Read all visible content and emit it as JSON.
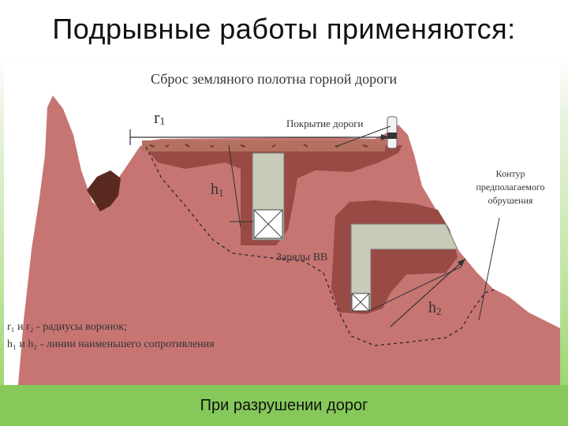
{
  "slide": {
    "title": "Подрывные работы применяются:",
    "caption": "При разрушении дорог"
  },
  "diagram": {
    "title": "Сброс земляного полотна горной дороги",
    "labels": {
      "r1": "r",
      "r1_sub": "1",
      "road_cover": "Покрытие дороги",
      "h1": "h",
      "h1_sub": "1",
      "charges": "Заряды ВВ",
      "h2": "h",
      "h2_sub": "2",
      "contour_line1": "Контур",
      "contour_line2": "предполагаемого",
      "contour_line3": "обрушения"
    },
    "legend": [
      "r₁ и r₂ - радиусы воронок;",
      "h₁ и h₂ - линии наименьшего сопротивления"
    ],
    "colors": {
      "ground": "#c67573",
      "ground_dark": "#9a4a44",
      "crater": "#5a2a20",
      "tunnel": "#c8cbb8",
      "road": "#b47060"
    }
  }
}
